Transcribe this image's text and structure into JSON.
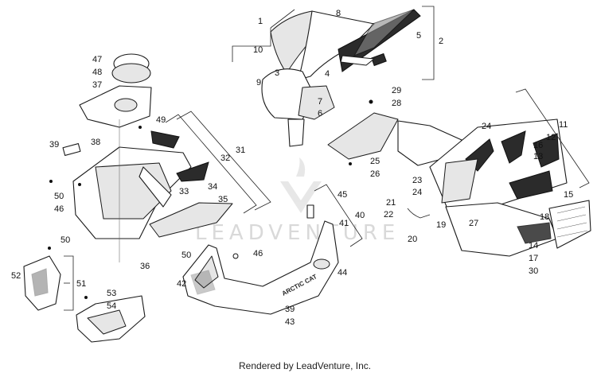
{
  "watermark": "LEADVENTURE",
  "footer": "Rendered by LeadVenture, Inc.",
  "decal_text": "ARCTIC CAT",
  "callouts": [
    {
      "id": "c1",
      "text": "1"
    },
    {
      "id": "c2",
      "text": "2"
    },
    {
      "id": "c3",
      "text": "3"
    },
    {
      "id": "c4",
      "text": "4"
    },
    {
      "id": "c5",
      "text": "5"
    },
    {
      "id": "c6",
      "text": "6"
    },
    {
      "id": "c7",
      "text": "7"
    },
    {
      "id": "c8",
      "text": "8"
    },
    {
      "id": "c9",
      "text": "9"
    },
    {
      "id": "c10",
      "text": "10"
    },
    {
      "id": "c11",
      "text": "11"
    },
    {
      "id": "c12",
      "text": "12"
    },
    {
      "id": "c13",
      "text": "13"
    },
    {
      "id": "c14",
      "text": "14"
    },
    {
      "id": "c15",
      "text": "15"
    },
    {
      "id": "c16",
      "text": "16"
    },
    {
      "id": "c17",
      "text": "17"
    },
    {
      "id": "c18",
      "text": "18"
    },
    {
      "id": "c19",
      "text": "19"
    },
    {
      "id": "c20",
      "text": "20"
    },
    {
      "id": "c21",
      "text": "21"
    },
    {
      "id": "c22",
      "text": "22"
    },
    {
      "id": "c23",
      "text": "23"
    },
    {
      "id": "c24a",
      "text": "24"
    },
    {
      "id": "c24b",
      "text": "24"
    },
    {
      "id": "c25",
      "text": "25"
    },
    {
      "id": "c26",
      "text": "26"
    },
    {
      "id": "c27",
      "text": "27"
    },
    {
      "id": "c28",
      "text": "28"
    },
    {
      "id": "c29",
      "text": "29"
    },
    {
      "id": "c30",
      "text": "30"
    },
    {
      "id": "c31",
      "text": "31"
    },
    {
      "id": "c32",
      "text": "32"
    },
    {
      "id": "c33",
      "text": "33"
    },
    {
      "id": "c34",
      "text": "34"
    },
    {
      "id": "c35",
      "text": "35"
    },
    {
      "id": "c36",
      "text": "36"
    },
    {
      "id": "c37",
      "text": "37"
    },
    {
      "id": "c38",
      "text": "38"
    },
    {
      "id": "c39a",
      "text": "39"
    },
    {
      "id": "c39b",
      "text": "39"
    },
    {
      "id": "c40",
      "text": "40"
    },
    {
      "id": "c41",
      "text": "41"
    },
    {
      "id": "c42",
      "text": "42"
    },
    {
      "id": "c43",
      "text": "43"
    },
    {
      "id": "c44",
      "text": "44"
    },
    {
      "id": "c45",
      "text": "45"
    },
    {
      "id": "c46a",
      "text": "46"
    },
    {
      "id": "c46b",
      "text": "46"
    },
    {
      "id": "c47",
      "text": "47"
    },
    {
      "id": "c48",
      "text": "48"
    },
    {
      "id": "c49",
      "text": "49"
    },
    {
      "id": "c50a",
      "text": "50"
    },
    {
      "id": "c50b",
      "text": "50"
    },
    {
      "id": "c50c",
      "text": "50"
    },
    {
      "id": "c51",
      "text": "51"
    },
    {
      "id": "c52",
      "text": "52"
    },
    {
      "id": "c53",
      "text": "53"
    },
    {
      "id": "c54",
      "text": "54"
    }
  ]
}
